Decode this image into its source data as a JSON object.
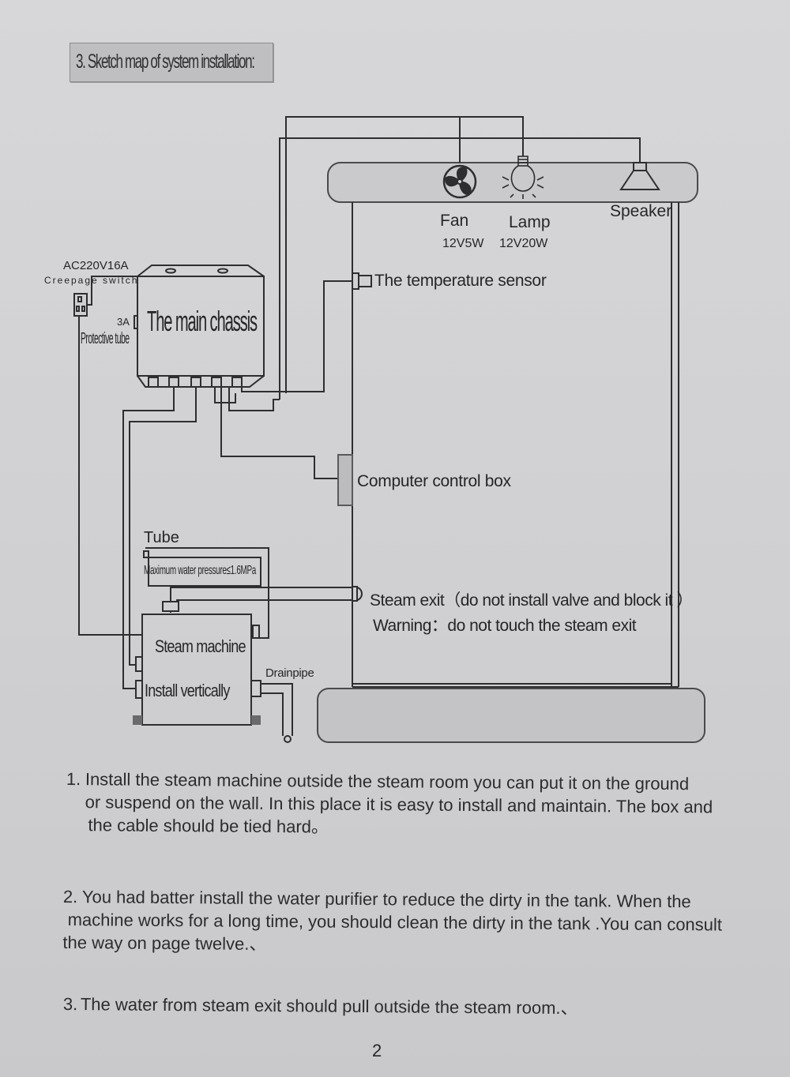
{
  "section_title": "3. Sketch map of system installation:",
  "diagram": {
    "fan": {
      "name": "Fan",
      "spec": "12V5W"
    },
    "lamp": {
      "name": "Lamp",
      "spec": "12V20W"
    },
    "speaker": {
      "name": "Speaker"
    },
    "switch": {
      "rating": "AC220V16A",
      "name": "Creepage switch"
    },
    "fuse": {
      "rating": "3A",
      "name": "Protective tube"
    },
    "main_chassis": "The main chassis",
    "temperature_sensor": "The temperature sensor",
    "control_box": "Computer control box",
    "tube": {
      "name": "Tube",
      "note": "Maximum water pressure≤1.6MPa"
    },
    "steam_exit": "Steam exit（do not install valve and block it ）",
    "warning": "Warning：do not touch the steam exit",
    "steam_machine": "Steam machine",
    "install_note": "Install vertically",
    "drainpipe": "Drainpipe"
  },
  "notes": [
    {
      "number": "1.",
      "lines": [
        "Install the steam machine outside the steam room you can put it on the ground",
        "or suspend on the wall. In this place it is easy to install and maintain. The box and",
        "the cable should be tied hard。"
      ]
    },
    {
      "number": "2.",
      "lines": [
        "You  had batter  install the water purifier to reduce the dirty in the tank. When the",
        "machine works for a long time, you should clean the dirty in the tank .You can consult",
        "the way on page twelve.、"
      ]
    },
    {
      "number": "3.",
      "lines": [
        "The water from steam exit should pull outside the steam room.、"
      ]
    }
  ],
  "page_number": "2"
}
